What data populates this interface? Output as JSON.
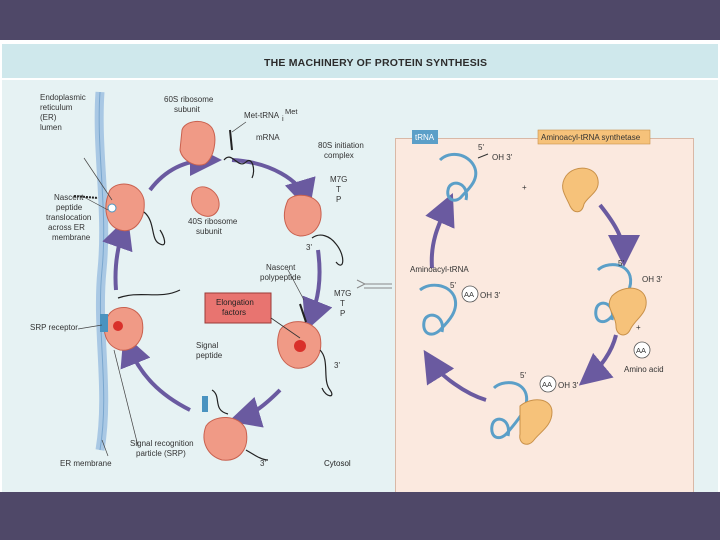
{
  "title": "THE MACHINERY OF PROTEIN SYNTHESIS",
  "left": {
    "er_lumen": [
      "Endoplasmic",
      "reticulum",
      "(ER)",
      "lumen"
    ],
    "ribosome_60s": [
      "60S ribosome",
      "subunit"
    ],
    "met_trna": "Met-tRNA",
    "met_trna_sub": "i",
    "met_trna_sup": "Met",
    "mrna": "mRNA",
    "initiation_complex": [
      "80S initiation",
      "complex"
    ],
    "ribosome_40s": [
      "40S ribosome",
      "subunit"
    ],
    "nascent_translocation": [
      "Nascent",
      "peptide",
      "translocation",
      "across ER",
      "membrane"
    ],
    "srp_receptor": "SRP receptor",
    "nascent_polypeptide": [
      "Nascent",
      "polypeptide"
    ],
    "elongation_factors": [
      "Elongation",
      "factors"
    ],
    "signal_peptide": [
      "Signal",
      "peptide"
    ],
    "srp": [
      "Signal recognition",
      "particle (SRP)"
    ],
    "er_membrane": "ER membrane",
    "cytosol": "Cytosol",
    "site_labels": [
      "M7G",
      "T",
      "P"
    ],
    "three_prime": "3'"
  },
  "right": {
    "trna_label": "tRNA",
    "synthetase_label": "Aminoacyl-tRNA synthetase",
    "aminoacyl_trna_label": "Aminoacyl-tRNA",
    "amino_acid_label": "Amino acid",
    "aa": "AA",
    "five_prime": "5'",
    "oh3": "OH 3'",
    "plus": "+"
  },
  "colors": {
    "background": "#4f4868",
    "title_bar": "#cfe8ec",
    "left_panel": "#e6f2f3",
    "right_panel": "#fbe9df",
    "ribosome": "#f09a86",
    "ribosome_dark": "#c9614f",
    "arrow": "#6a5aa0",
    "trna": "#5b9fc8",
    "synthetase": "#f6c27a",
    "elongation_box": "#e87470",
    "membrane": "#a9c8e4"
  }
}
